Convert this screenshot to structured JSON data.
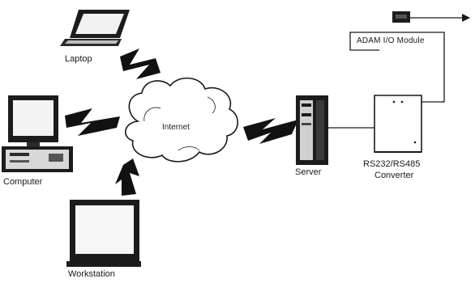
{
  "nodes": {
    "laptop": {
      "label": "Laptop",
      "icon": "laptop-icon"
    },
    "computer": {
      "label": "Computer",
      "icon": "desktop-computer-icon"
    },
    "workstation": {
      "label": "Workstation",
      "icon": "workstation-icon"
    },
    "internet": {
      "label": "Internet",
      "icon": "cloud-icon"
    },
    "server": {
      "label": "Server",
      "icon": "server-tower-icon"
    },
    "converter": {
      "label_line1": "RS232/RS485",
      "label_line2": "Converter",
      "icon": "converter-box-icon"
    },
    "module": {
      "label": "ADAM I/O Module",
      "icon": "io-module-icon"
    }
  },
  "colors": {
    "ink": "#1a1a1a",
    "background": "#ffffff"
  }
}
